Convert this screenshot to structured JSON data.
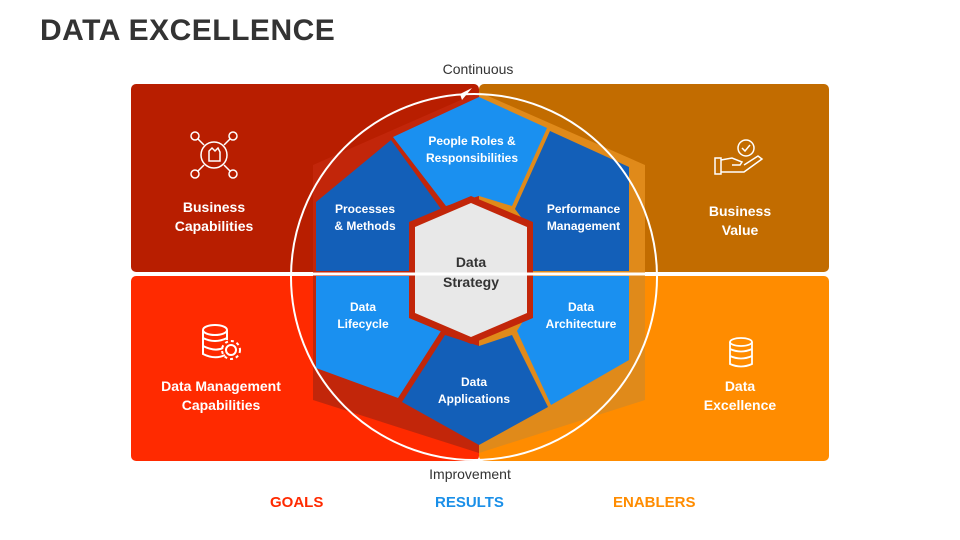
{
  "title": "DATA EXCELLENCE",
  "cycle": {
    "top": "Continuous",
    "bottom": "Improvement"
  },
  "quadrants": [
    {
      "label": "Business\nCapabilities",
      "icon": "fist-network-icon",
      "color": "#b81e00"
    },
    {
      "label": "Business\nValue",
      "icon": "hand-check-icon",
      "color": "#c26c00"
    },
    {
      "label": "Data Management\nCapabilities",
      "icon": "database-gear-icon",
      "color": "#ff2a00"
    },
    {
      "label": "Data\nExcellence",
      "icon": "database-icon",
      "color": "#ff8c00"
    }
  ],
  "segments": [
    {
      "label": "People Roles &\nResponsibilities"
    },
    {
      "label": "Processes\n& Methods"
    },
    {
      "label": "Performance\nManagement"
    },
    {
      "label": "Data\nLifecycle"
    },
    {
      "label": "Data\nArchitecture"
    },
    {
      "label": "Data\nApplications"
    }
  ],
  "center": {
    "label": "Data\nStrategy"
  },
  "legend": [
    {
      "label": "GOALS",
      "color": "#ff2a00"
    },
    {
      "label": "RESULTS",
      "color": "#1a8fe8"
    },
    {
      "label": "ENABLERS",
      "color": "#ff8c00"
    }
  ],
  "colors": {
    "segment_light": "#1a90f0",
    "segment_dark": "#135fb8",
    "center_fill": "#e8e8e8",
    "border_red": "#c2260a",
    "border_orange": "#e08a1a"
  }
}
